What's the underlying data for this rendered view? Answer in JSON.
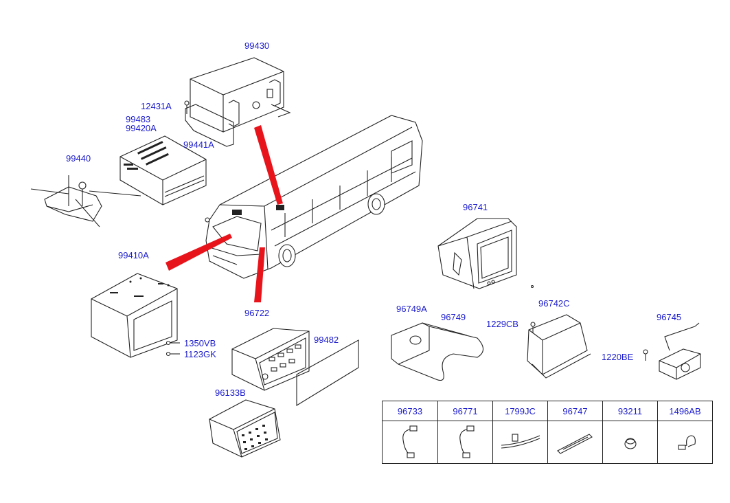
{
  "labels": {
    "p99430": "99430",
    "p12431A": "12431A",
    "p99483": "99483",
    "p99420A": "99420A",
    "p99441A": "99441A",
    "p99440": "99440",
    "p99410A": "99410A",
    "p1350VB": "1350VB",
    "p1123GK": "1123GK",
    "p96722": "96722",
    "p99482": "99482",
    "p96133B": "96133B",
    "p96741": "96741",
    "p96749A": "96749A",
    "p96749": "96749",
    "p1229CB": "1229CB",
    "p96742C": "96742C",
    "p96745": "96745",
    "p1220BE": "1220BE"
  },
  "table": {
    "headers": [
      "96733",
      "96771",
      "1799JC",
      "96747",
      "93211",
      "1496AB"
    ],
    "icons": [
      "wire-harness-icon",
      "wire-harness-icon",
      "cable-tie-icon",
      "panel-frame-icon",
      "grommet-icon",
      "clamp-icon"
    ]
  },
  "colors": {
    "label": "#1a1acc",
    "leader": "#e8141c",
    "line": "#222222"
  }
}
